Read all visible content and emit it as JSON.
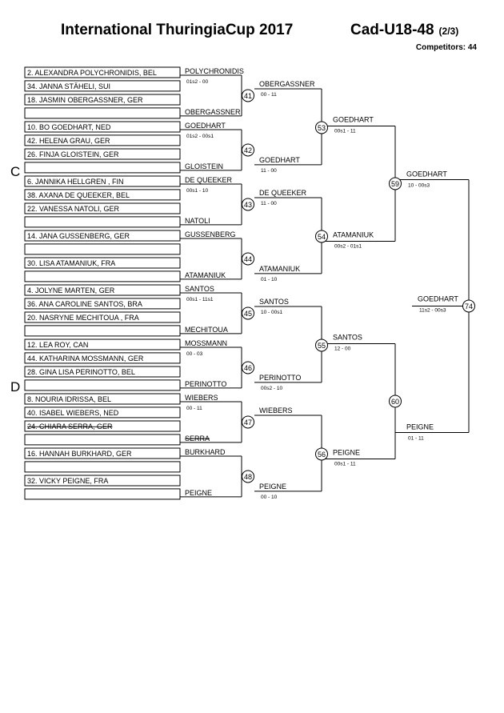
{
  "header": {
    "title": "International ThuringiaCup 2017",
    "category": "Cad-U18-48",
    "part": "(2/3)",
    "competitors": "Competitors: 44"
  },
  "pools": [
    "C",
    "D"
  ],
  "entries": [
    {
      "name": "2. ALEXANDRA POLYCHRONIDIS, BEL",
      "strike": false
    },
    {
      "name": "34. JANNA STÄHELI, SUI",
      "strike": false
    },
    {
      "name": "18. JASMIN OBERGASSNER, GER",
      "strike": false
    },
    {
      "name": "",
      "strike": false
    },
    {
      "name": "10. BO GOEDHART, NED",
      "strike": false
    },
    {
      "name": "42. HELENA GRAU, GER",
      "strike": false
    },
    {
      "name": "26. FINJA GLOISTEIN, GER",
      "strike": false
    },
    {
      "name": "",
      "strike": false
    },
    {
      "name": "6. JANNIKA HELLGREN , FIN",
      "strike": false
    },
    {
      "name": "38. AXANA DE QUEEKER, BEL",
      "strike": false
    },
    {
      "name": "22. VANESSA NATOLI, GER",
      "strike": false
    },
    {
      "name": "",
      "strike": false
    },
    {
      "name": "14. JANA GUSSENBERG, GER",
      "strike": false
    },
    {
      "name": "",
      "strike": false
    },
    {
      "name": "30. LISA ATAMANIUK, FRA",
      "strike": false
    },
    {
      "name": "",
      "strike": false
    },
    {
      "name": "4. JOLYNE MARTEN, GER",
      "strike": false
    },
    {
      "name": "36. ANA CAROLINE SANTOS, BRA",
      "strike": false
    },
    {
      "name": "20. NASRYNE MECHITOUA , FRA",
      "strike": false
    },
    {
      "name": "",
      "strike": false
    },
    {
      "name": "12. LEA ROY, CAN",
      "strike": false
    },
    {
      "name": "44. KATHARINA MOSSMANN, GER",
      "strike": false
    },
    {
      "name": "28. GINA LISA PERINOTTO, BEL",
      "strike": false
    },
    {
      "name": "",
      "strike": false
    },
    {
      "name": "8. NOURIA IDRISSA, BEL",
      "strike": false
    },
    {
      "name": "40. ISABEL WIEBERS, NED",
      "strike": false
    },
    {
      "name": "24. CHIARA SERRA, GER",
      "strike": true
    },
    {
      "name": "",
      "strike": false
    },
    {
      "name": "16. HANNAH BURKHARD, GER",
      "strike": false
    },
    {
      "name": "",
      "strike": false
    },
    {
      "name": "32. VICKY PEIGNE, FRA",
      "strike": false
    },
    {
      "name": "",
      "strike": false
    }
  ],
  "round1": [
    {
      "winner": "POLYCHRONIDIS",
      "score": "01s2 - 00",
      "strike": false
    },
    {
      "winner": "OBERGASSNER",
      "score": "",
      "strike": false
    },
    {
      "winner": "GOEDHART",
      "score": "01s2 - 00s1",
      "strike": false
    },
    {
      "winner": "GLOISTEIN",
      "score": "",
      "strike": false
    },
    {
      "winner": "DE QUEEKER",
      "score": "00s1 - 10",
      "strike": false
    },
    {
      "winner": "NATOLI",
      "score": "",
      "strike": false
    },
    {
      "winner": "GUSSENBERG",
      "score": "",
      "strike": false
    },
    {
      "winner": "ATAMANIUK",
      "score": "",
      "strike": false
    },
    {
      "winner": "SANTOS",
      "score": "00s1 - 11s1",
      "strike": false
    },
    {
      "winner": "MECHITOUA",
      "score": "",
      "strike": false
    },
    {
      "winner": "MOSSMANN",
      "score": "00 - 03",
      "strike": false
    },
    {
      "winner": "PERINOTTO",
      "score": "",
      "strike": false
    },
    {
      "winner": "WIEBERS",
      "score": "00 - 11",
      "strike": false
    },
    {
      "winner": "SERRA",
      "score": "",
      "strike": true
    },
    {
      "winner": "BURKHARD",
      "score": "",
      "strike": false
    },
    {
      "winner": "PEIGNE",
      "score": "",
      "strike": false
    }
  ],
  "round2": [
    {
      "num": "41",
      "winner": "OBERGASSNER",
      "score": "00 - 11"
    },
    {
      "num": "42",
      "winner": "GOEDHART",
      "score": "11 - 00"
    },
    {
      "num": "43",
      "winner": "DE QUEEKER",
      "score": "11 - 00"
    },
    {
      "num": "44",
      "winner": "ATAMANIUK",
      "score": "01 - 10"
    },
    {
      "num": "45",
      "winner": "SANTOS",
      "score": "10 - 00s1"
    },
    {
      "num": "46",
      "winner": "PERINOTTO",
      "score": "00s2 - 10"
    },
    {
      "num": "47",
      "winner": "WIEBERS",
      "score": ""
    },
    {
      "num": "48",
      "winner": "PEIGNE",
      "score": "00 - 10"
    }
  ],
  "round3": [
    {
      "num": "53",
      "winner": "GOEDHART",
      "score": "00s1 - 11"
    },
    {
      "num": "54",
      "winner": "ATAMANIUK",
      "score": "00s2 - 01s1"
    },
    {
      "num": "55",
      "winner": "SANTOS",
      "score": "12 - 00"
    },
    {
      "num": "56",
      "winner": "PEIGNE",
      "score": "00s1 - 11"
    }
  ],
  "round4": [
    {
      "num": "59",
      "winner": "GOEDHART",
      "score": "10 - 00s3"
    },
    {
      "num": "60",
      "winner": "PEIGNE",
      "score": "01 - 11"
    }
  ],
  "final": {
    "num": "74",
    "winner": "GOEDHART",
    "score": "11s2 - 00s3"
  }
}
